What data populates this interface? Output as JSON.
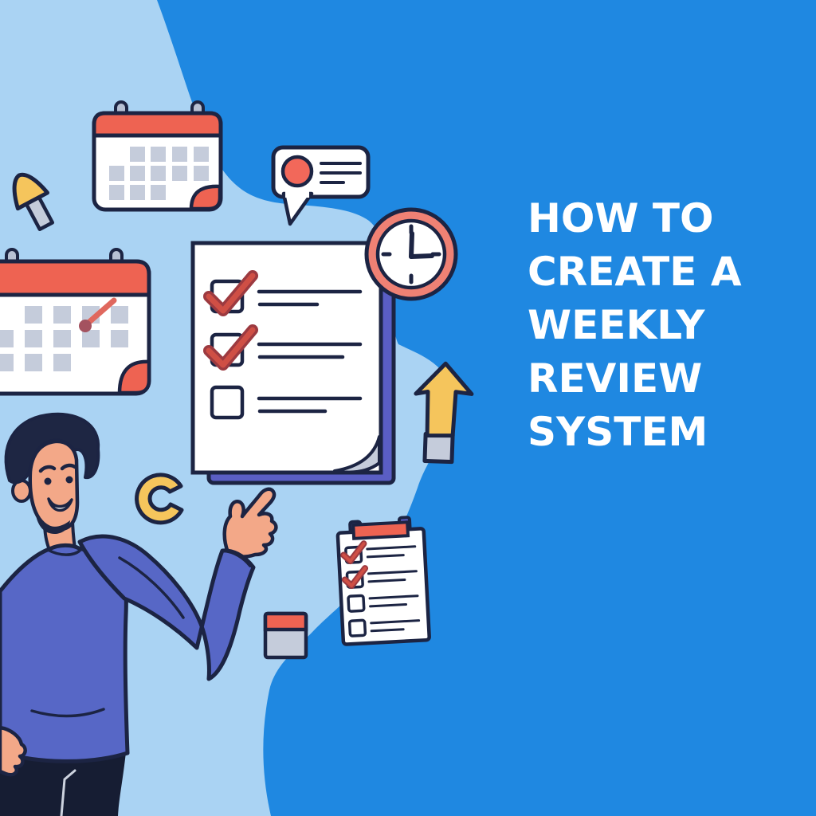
{
  "title": {
    "lines": [
      "HOW TO",
      "CREATE A",
      "WEEKLY",
      "REVIEW",
      "SYSTEM"
    ]
  },
  "illustration": {
    "icons": [
      "calendar-icon",
      "calendar-date-pin-icon",
      "cursor-arrow-icon",
      "speech-bubble-icon",
      "clock-icon",
      "checklist-document-icon",
      "arrow-up-icon",
      "refresh-icon",
      "clipboard-checklist-icon",
      "mini-calendar-icon",
      "man-pointing-illustration"
    ],
    "clock_time_shown": "3:00",
    "checklist_document_items_checked": [
      true,
      true,
      false
    ],
    "clipboard_items_checked": [
      true,
      true,
      false,
      false
    ]
  },
  "colors": {
    "bg_blue": "#1f88e1",
    "blob_blue": "#aad3f3",
    "outline": "#1c2443",
    "white": "#ffffff",
    "red": "#ee6352",
    "red_light": "#ef8174",
    "red_circle": "#f2685a",
    "check_red": "#cf4f45",
    "check_dark": "#9c3a40",
    "purple": "#5a5ec4",
    "yellow": "#f5c55c",
    "gray": "#c5ccdb",
    "ring_gray": "#b7c0d3",
    "skin": "#f3a888",
    "sweater_blue": "#5767c6",
    "hair": "#1e2643",
    "pants": "#161d33",
    "seam_gray": "#ccd2de",
    "pin_stick": "#e0685e",
    "pin_dot": "#a4525f"
  }
}
